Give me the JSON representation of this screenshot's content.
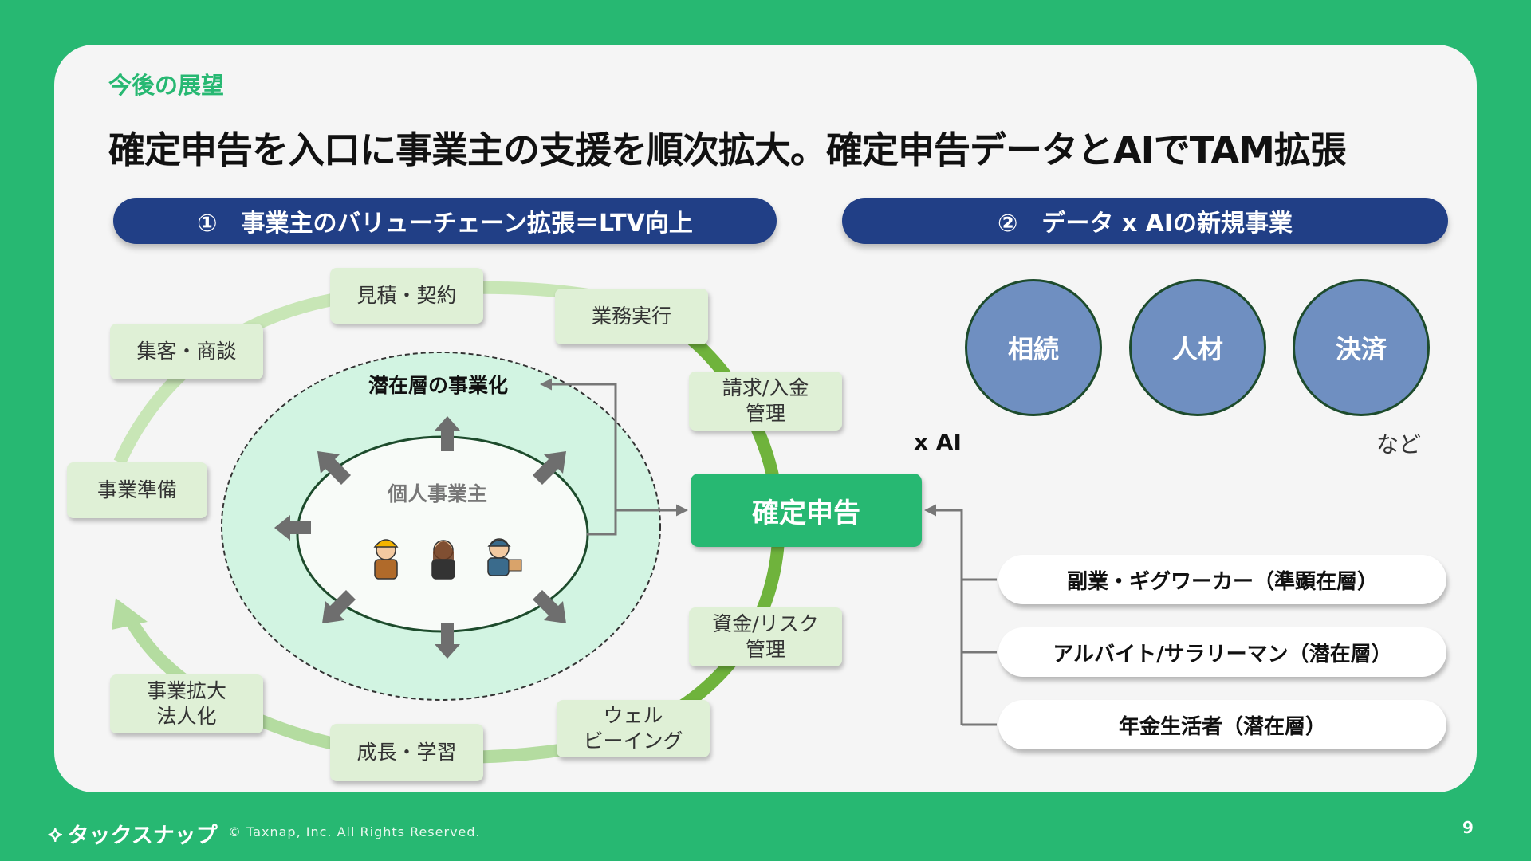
{
  "section_label": "今後の展望",
  "headline": "確定申告を入口に事業主の支援を順次拡大。確定申告データとAIでTAM拡張",
  "pillars": {
    "left": "①　事業主のバリューチェーン拡張＝LTV向上",
    "right": "②　データ x AIの新規事業"
  },
  "cycle_steps": [
    "見積・契約",
    "業務実行",
    "請求/入金\n管理",
    "資金/リスク\n管理",
    "ウェル\nビーイング",
    "成長・学習",
    "事業拡大\n法人化",
    "事業準備",
    "集客・商談"
  ],
  "core": "確定申告",
  "latent_label": "潜在層の事業化",
  "individual_label": "個人事業主",
  "bubbles": [
    "相続",
    "人材",
    "決済"
  ],
  "x_ai": "x AI",
  "nado": "など",
  "segments": [
    "副業・ギグワーカー（準顕在層）",
    "アルバイト/サラリーマン（潜在層）",
    "年金生活者（潜在層）"
  ],
  "footer": {
    "logo": "タックスナップ",
    "copyright": "© Taxnap, Inc. All Rights Reserved.",
    "page": "9"
  },
  "colors": {
    "brand_green": "#27b872",
    "navy": "#213f86",
    "bubble_blue": "#6f8fc1",
    "step_box": "#dff0d6",
    "ring_light": "#c8e6b6",
    "ring_dark": "#6fb33c",
    "latent_fill": "#d2f4e2"
  },
  "icons": [
    "worker-icon",
    "woman-tools-icon",
    "delivery-icon",
    "gear-arrows-icon"
  ]
}
